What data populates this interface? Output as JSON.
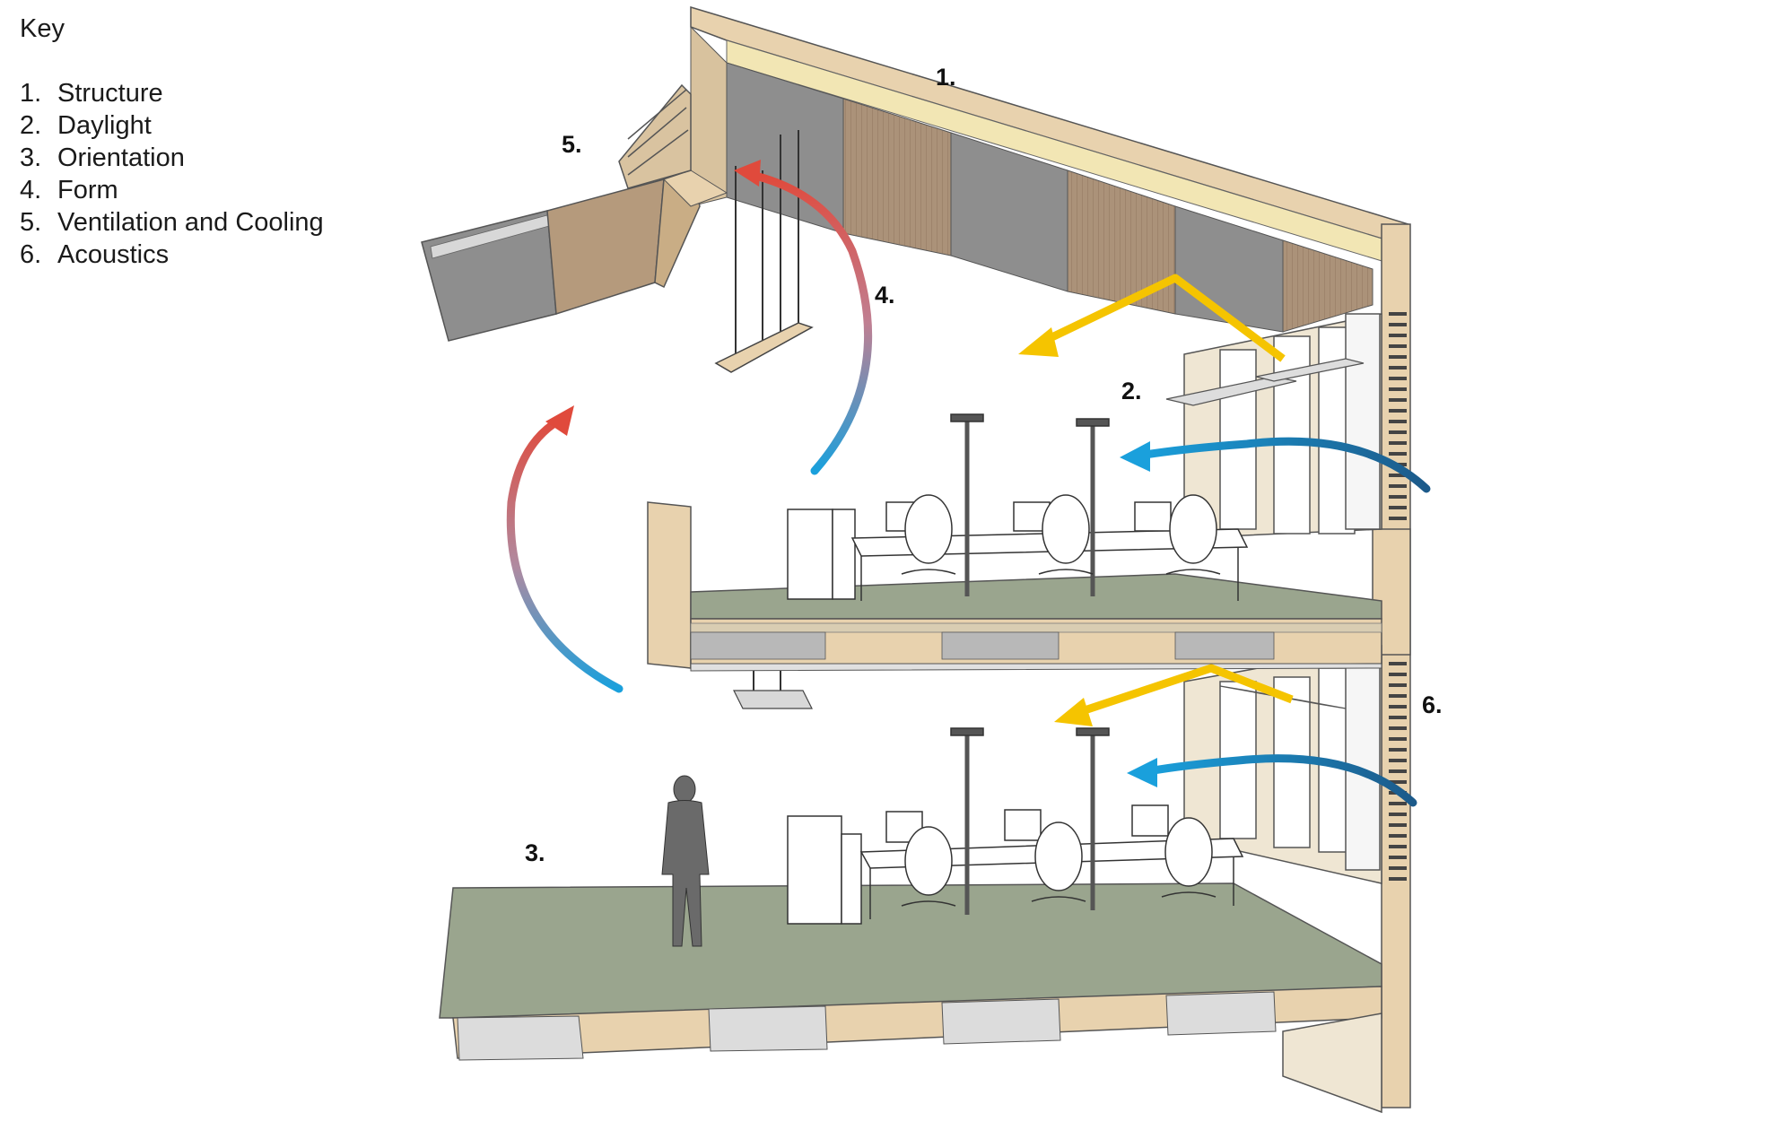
{
  "key": {
    "title": "Key",
    "items": [
      {
        "num": "1.",
        "label": "Structure"
      },
      {
        "num": "2.",
        "label": "Daylight"
      },
      {
        "num": "3.",
        "label": "Orientation"
      },
      {
        "num": "4.",
        "label": "Form"
      },
      {
        "num": "5.",
        "label": "Ventilation and Cooling"
      },
      {
        "num": "6.",
        "label": "Acoustics"
      }
    ]
  },
  "callouts": {
    "c1": "1.",
    "c2": "2.",
    "c3": "3.",
    "c4": "4.",
    "c5": "5.",
    "c6": "6."
  },
  "colors": {
    "timber": "#e8d2ae",
    "timber_dark": "#c9ad85",
    "acoustic_panel": "#a89078",
    "grey_panel": "#8e8e8e",
    "floor_green": "#9aa58e",
    "warm_air": "#e04a3c",
    "cool_air": "#1aa0dc",
    "daylight": "#f5c400"
  }
}
